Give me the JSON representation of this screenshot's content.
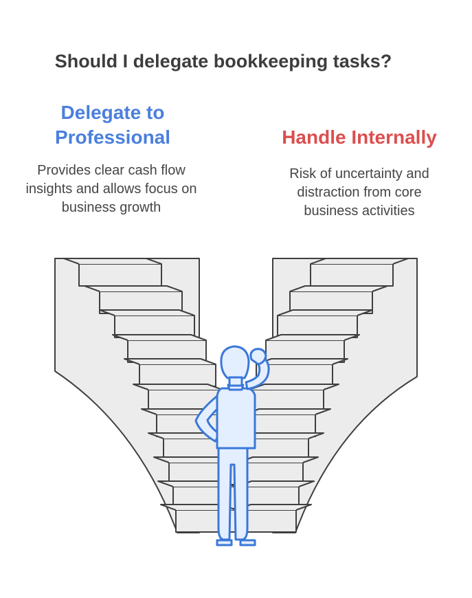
{
  "question": "Should I delegate bookkeeping tasks?",
  "options": {
    "left": {
      "title": "Delegate to Professional",
      "description": "Provides clear cash flow insights and allows focus on business growth",
      "color": "#4a7fdc"
    },
    "right": {
      "title": "Handle Internally",
      "description": "Risk of uncertainty and distraction from core business activities",
      "color": "#dc4e4e"
    }
  },
  "colors": {
    "stairs_fill": "#ececec",
    "stairs_stroke": "#3f3f3f",
    "person_fill": "#e3eeff",
    "person_stroke": "#3a78d8"
  },
  "icons": [
    "left-staircase",
    "right-staircase",
    "thinking-person-icon"
  ]
}
